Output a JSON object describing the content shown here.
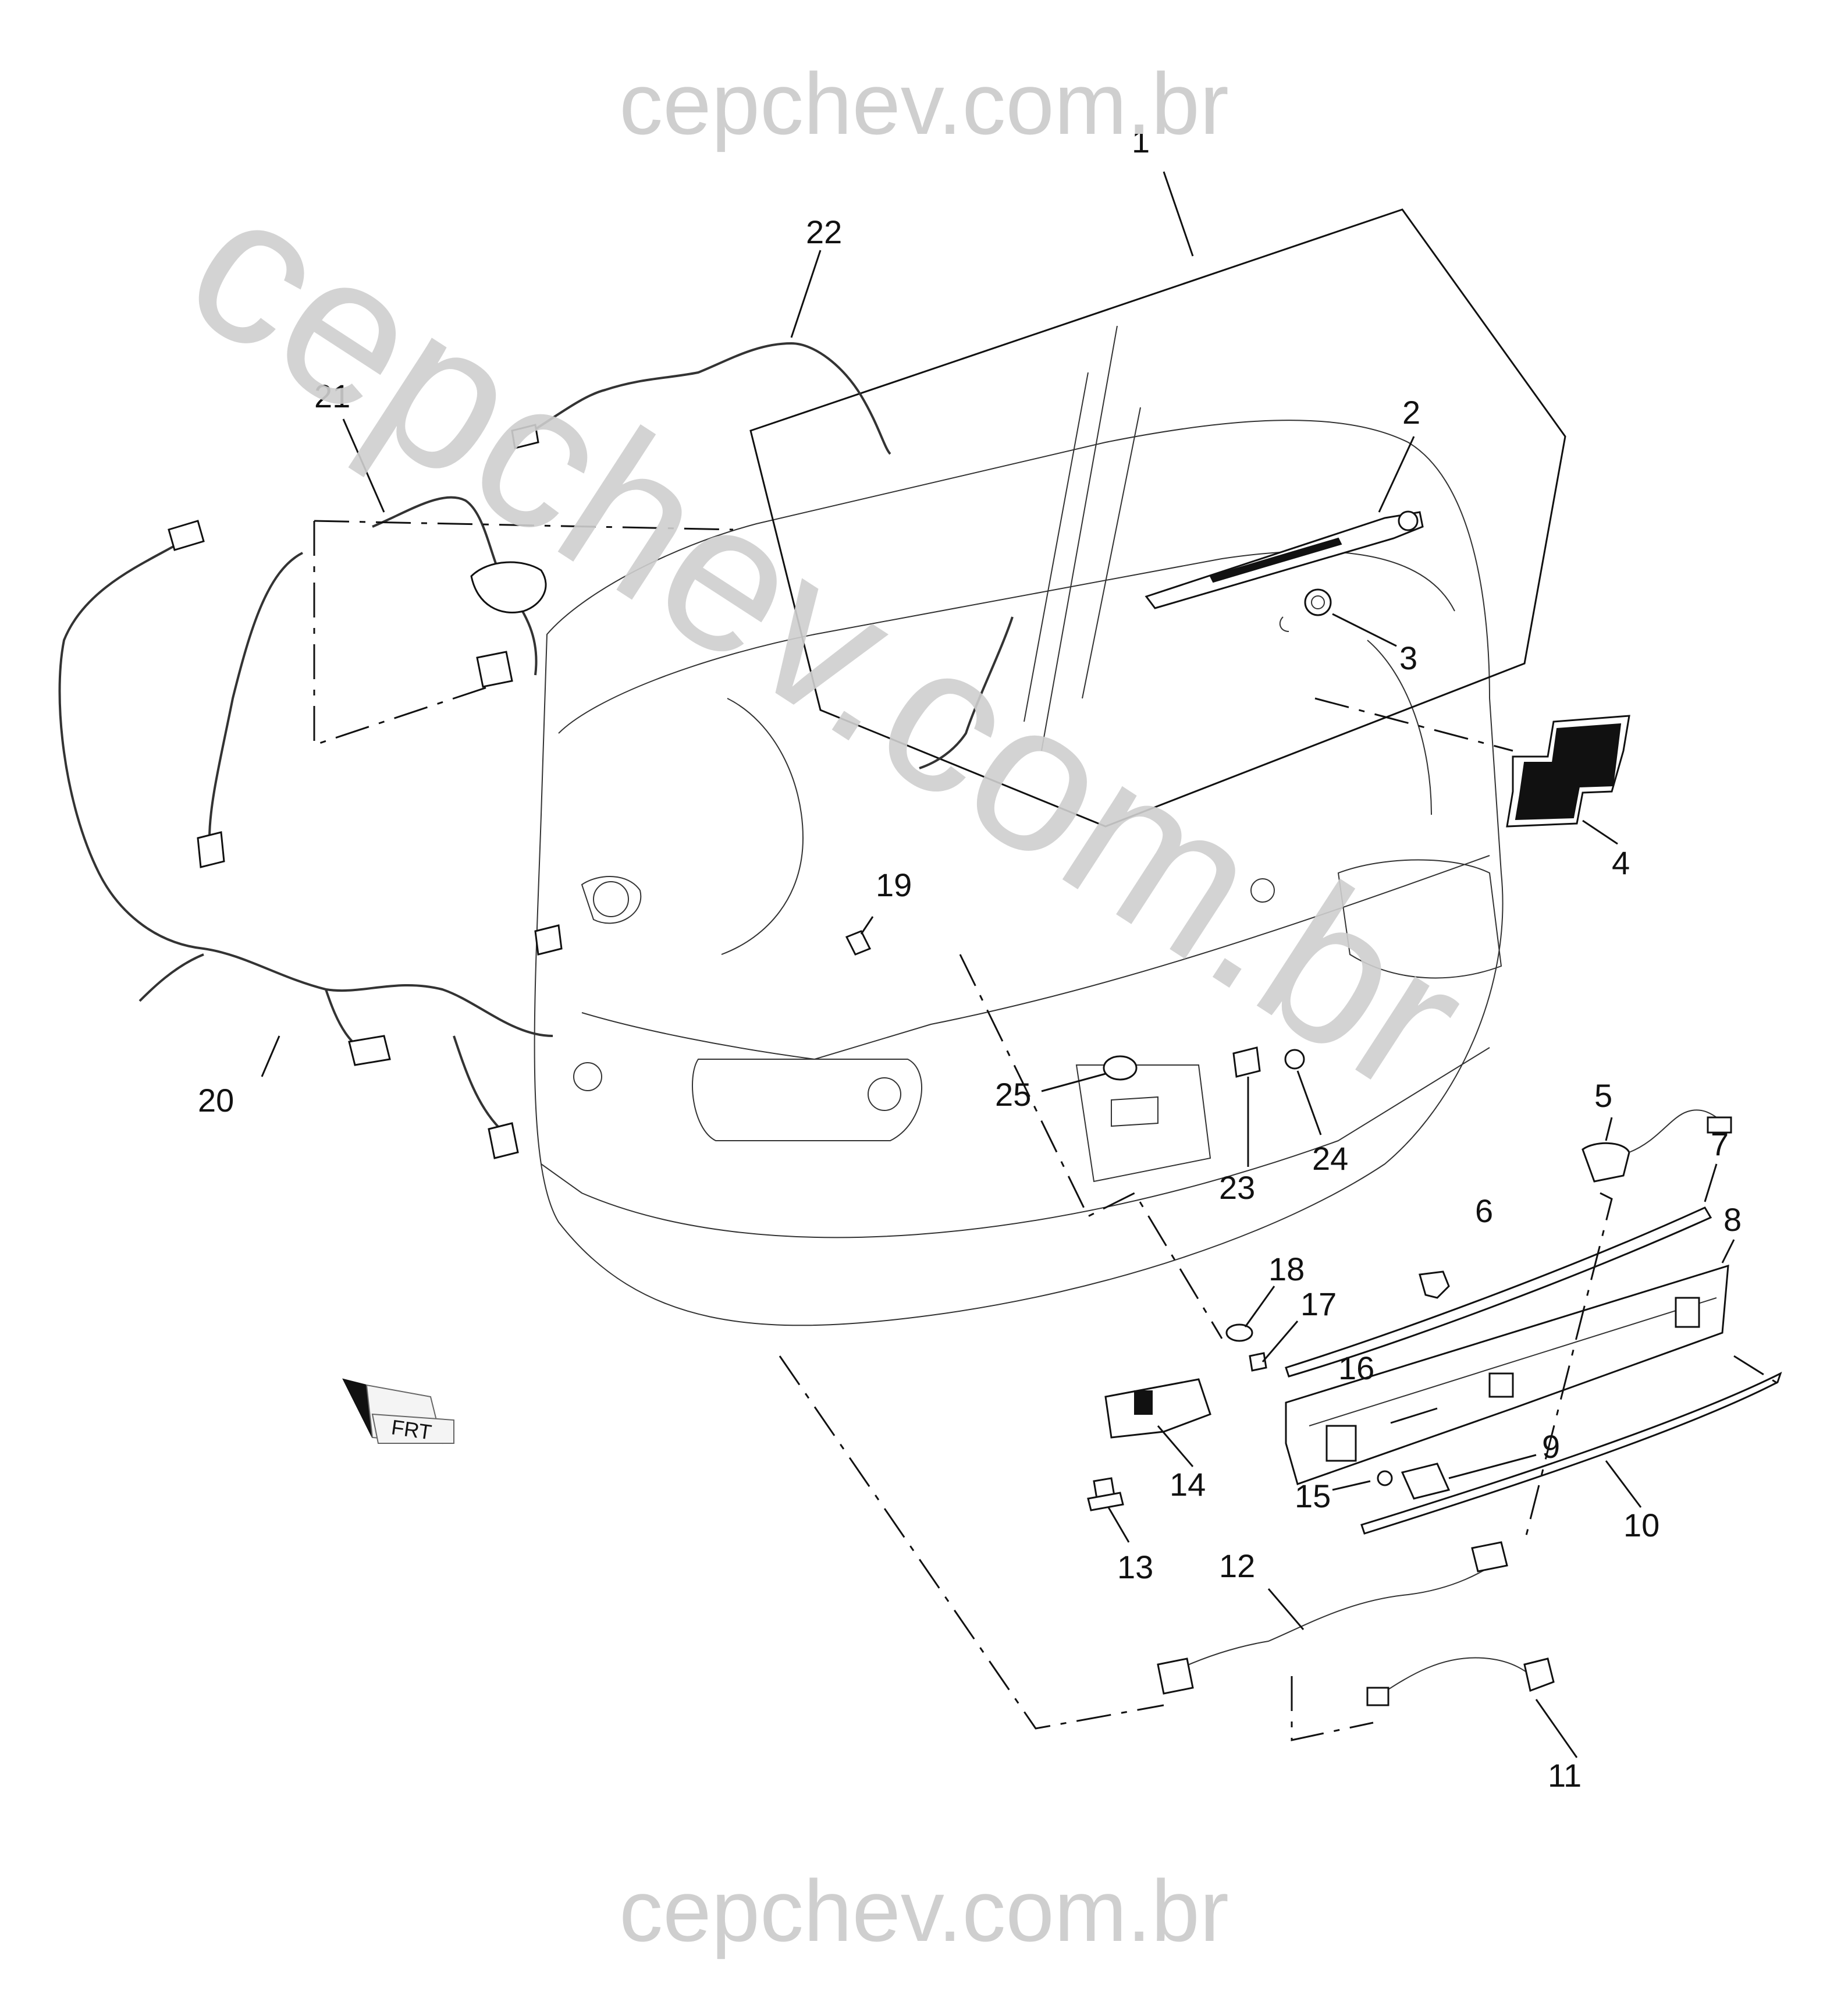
{
  "watermark": {
    "top": "cepchev.com.br",
    "bottom": "cepchev.com.br",
    "diagonal": "cepchev.com.br"
  },
  "orientation_marker": "FRT",
  "callouts": [
    "1",
    "2",
    "3",
    "4",
    "5",
    "6",
    "7",
    "8",
    "9",
    "10",
    "11",
    "12",
    "13",
    "14",
    "15",
    "16",
    "17",
    "18",
    "19",
    "20",
    "21",
    "22",
    "23",
    "24",
    "25"
  ],
  "colors": {
    "line": "#111111",
    "watermark": "#cfcfcf",
    "background": "#ffffff"
  }
}
